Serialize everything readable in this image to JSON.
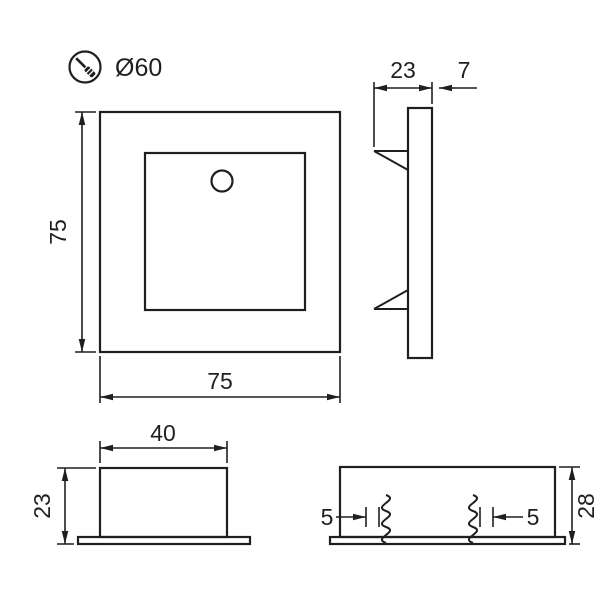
{
  "labels": {
    "cutout_diameter": "Ø60",
    "front_height": "75",
    "front_width": "75",
    "side_depth": "23",
    "side_plate_thickness": "7",
    "box_width": "40",
    "box_height": "23",
    "clip_left_offset": "5",
    "clip_right_offset": "5",
    "housing_height": "28"
  }
}
